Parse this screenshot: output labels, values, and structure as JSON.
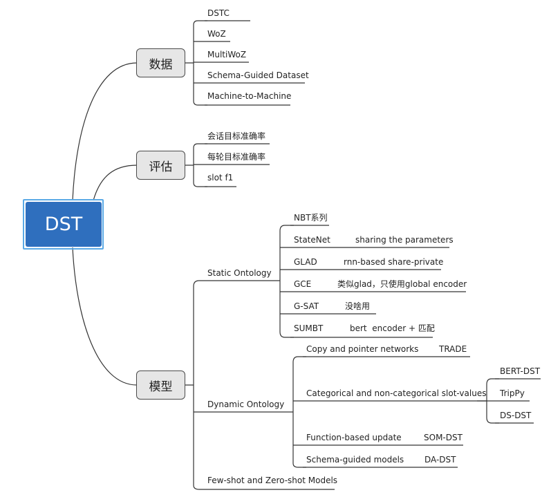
{
  "root": {
    "label": "DST"
  },
  "branches": {
    "data": {
      "label": "数据",
      "items": [
        "DSTC",
        "WoZ",
        "MultiWoZ",
        "Schema-Guided Dataset",
        "Machine-to-Machine"
      ]
    },
    "eval": {
      "label": "评估",
      "items": [
        "会话目标准确率",
        "每轮目标准确率",
        "slot f1"
      ]
    },
    "model": {
      "label": "模型",
      "static": {
        "label": "Static Ontology",
        "items": [
          {
            "name": "NBT系列",
            "note": ""
          },
          {
            "name": "StateNet",
            "note": "sharing the parameters"
          },
          {
            "name": "GLAD",
            "note": "rnn-based share-private"
          },
          {
            "name": "GCE",
            "note": "类似glad，只使用global encoder"
          },
          {
            "name": "G-SAT",
            "note": "没啥用"
          },
          {
            "name": "SUMBT",
            "note": "bert  encoder + 匹配"
          }
        ]
      },
      "dynamic": {
        "label": "Dynamic Ontology",
        "items": [
          {
            "name": "Copy and pointer networks",
            "note": "TRADE"
          },
          {
            "name": "Categorical and non-categorical slot-values",
            "note": "",
            "children": [
              "BERT-DST",
              "TripPy",
              "DS-DST"
            ]
          },
          {
            "name": "Function-based update",
            "note": "SOM-DST"
          },
          {
            "name": "Schema-guided models",
            "note": "DA-DST"
          }
        ]
      },
      "fewshot": {
        "label": "Few-shot and Zero-shot Models"
      }
    }
  },
  "colors": {
    "line": "#333333",
    "root_fill": "#2f6fbe",
    "root_border": "#5aa9e6",
    "branch_fill": "#e6e6e6"
  }
}
